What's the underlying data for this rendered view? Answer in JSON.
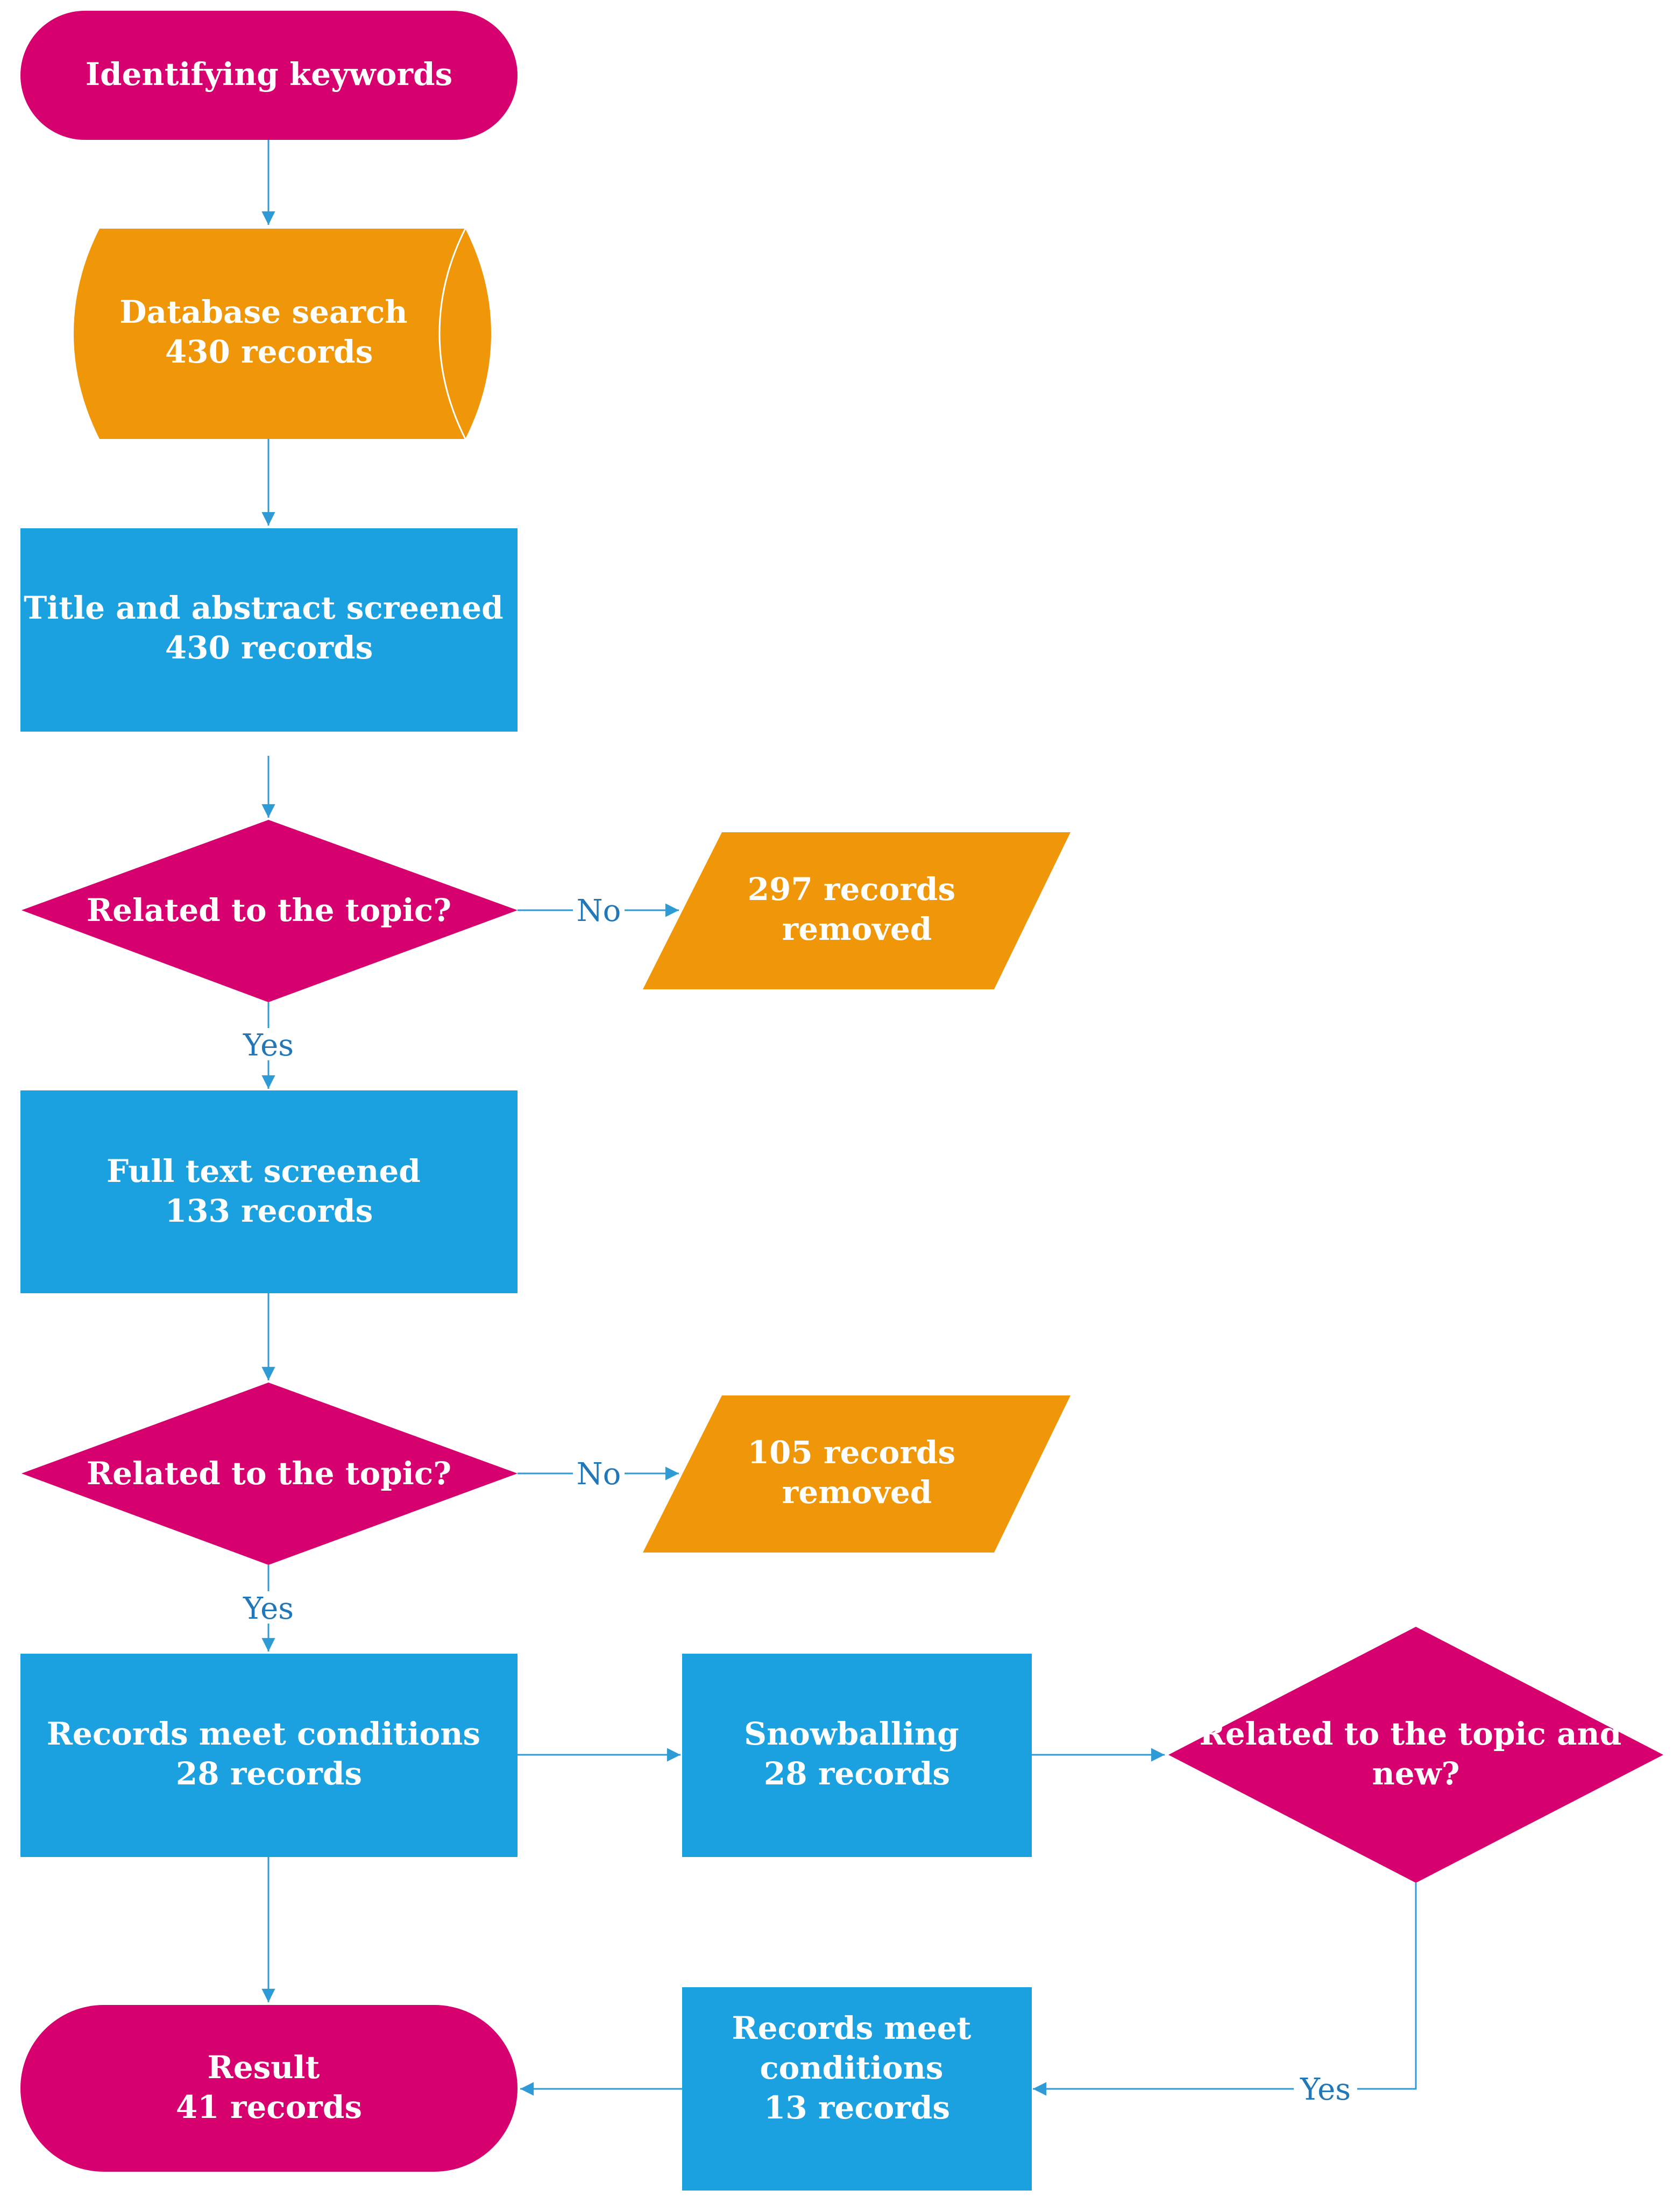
{
  "colors": {
    "terminal": "#d6006f",
    "decision": "#d6006f",
    "database": "#ef9708",
    "output": "#ef9708",
    "process": "#1ca1e0",
    "edge": "#2e9bd6",
    "edge_label": "#2277b8"
  },
  "nodes": {
    "start": {
      "lines": [
        "Identifying keywords"
      ]
    },
    "database_search": {
      "lines": [
        "Database search",
        "430 records"
      ]
    },
    "title_abstract": {
      "lines": [
        "Title and abstract screened",
        "430 records"
      ]
    },
    "decision_1": {
      "lines": [
        "Related to the topic?"
      ]
    },
    "removed_1": {
      "lines": [
        "297 records",
        "removed"
      ]
    },
    "full_text": {
      "lines": [
        "Full text screened",
        "133 records"
      ]
    },
    "decision_2": {
      "lines": [
        "Related to the topic?"
      ]
    },
    "removed_2": {
      "lines": [
        "105 records",
        "removed"
      ]
    },
    "meet_conditions": {
      "lines": [
        "Records meet conditions",
        "28 records"
      ]
    },
    "snowballing": {
      "lines": [
        "Snowballing",
        "28 records"
      ]
    },
    "decision_3": {
      "lines": [
        "Related to the topic and",
        "new?"
      ]
    },
    "meet_conditions_2": {
      "lines": [
        "Records meet",
        "conditions",
        "13 records"
      ]
    },
    "result": {
      "lines": [
        "Result",
        "41 records"
      ]
    }
  },
  "edge_labels": {
    "d1_no": "No",
    "d1_yes": "Yes",
    "d2_no": "No",
    "d2_yes": "Yes",
    "d3_yes": "Yes"
  }
}
